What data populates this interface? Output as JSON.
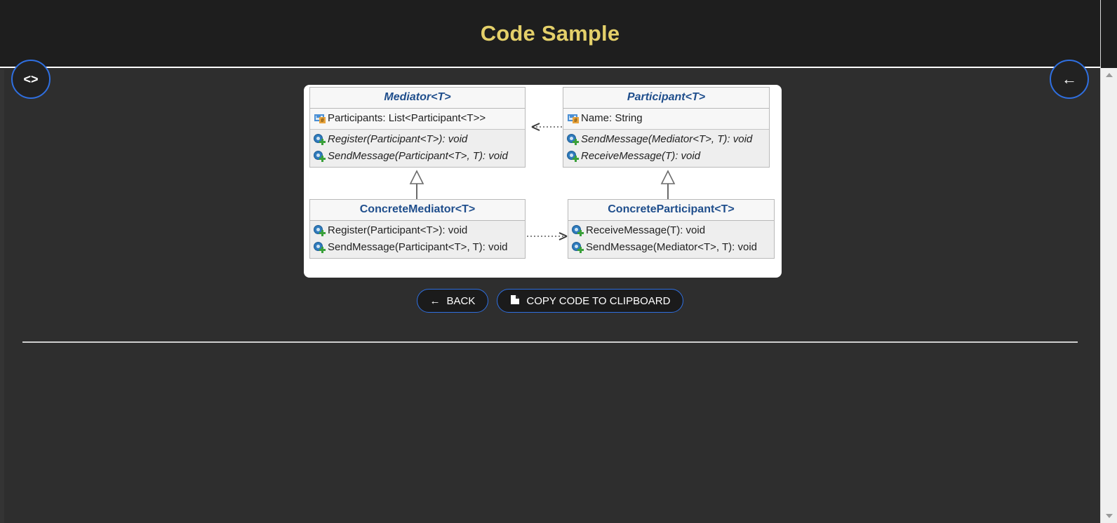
{
  "header": {
    "title": "Code Sample",
    "title_color": "#e4d06a",
    "background": "#1e1e1e"
  },
  "floating_buttons": [
    {
      "name": "code-toggle",
      "glyph": "<>",
      "accent": "#2f6fe0"
    },
    {
      "name": "back",
      "glyph": "←",
      "accent": "#2f6fe0"
    }
  ],
  "diagram": {
    "type": "uml-class-diagram",
    "pattern": "Mediator",
    "classes": [
      {
        "name": "Mediator<T>",
        "abstract": true,
        "fields": [
          {
            "icon": "property-icon",
            "text": "Participants: List<Participant<T>>"
          }
        ],
        "methods": [
          {
            "icon": "method-icon",
            "text": "Register(Participant<T>): void",
            "abstract": true
          },
          {
            "icon": "method-icon",
            "text": "SendMessage(Participant<T>, T): void",
            "abstract": true
          }
        ]
      },
      {
        "name": "Participant<T>",
        "abstract": true,
        "fields": [
          {
            "icon": "property-icon",
            "text": "Name: String"
          }
        ],
        "methods": [
          {
            "icon": "method-icon",
            "text": "SendMessage(Mediator<T>, T): void",
            "abstract": true
          },
          {
            "icon": "method-icon",
            "text": "ReceiveMessage(T): void",
            "abstract": true
          }
        ]
      },
      {
        "name": "ConcreteMediator<T>",
        "abstract": false,
        "fields": [],
        "methods": [
          {
            "icon": "method-icon",
            "text": "Register(Participant<T>): void",
            "abstract": false
          },
          {
            "icon": "method-icon",
            "text": "SendMessage(Participant<T>, T): void",
            "abstract": false
          }
        ]
      },
      {
        "name": "ConcreteParticipant<T>",
        "abstract": false,
        "fields": [],
        "methods": [
          {
            "icon": "method-icon",
            "text": "ReceiveMessage(T): void",
            "abstract": false
          },
          {
            "icon": "method-icon",
            "text": "SendMessage(Mediator<T>, T): void",
            "abstract": false
          }
        ]
      }
    ],
    "relations": [
      {
        "from": "Participant<T>",
        "to": "Mediator<T>",
        "style": "dashed",
        "arrow": "open",
        "kind": "dependency"
      },
      {
        "from": "ConcreteMediator<T>",
        "to": "Mediator<T>",
        "style": "solid",
        "arrow": "hollow-triangle",
        "kind": "inheritance"
      },
      {
        "from": "ConcreteParticipant<T>",
        "to": "Participant<T>",
        "style": "solid",
        "arrow": "hollow-triangle",
        "kind": "inheritance"
      },
      {
        "from": "ConcreteMediator<T>",
        "to": "ConcreteParticipant<T>",
        "style": "dashed",
        "arrow": "open",
        "kind": "dependency"
      }
    ]
  },
  "actions": {
    "back": {
      "label": "BACK",
      "icon": "arrow-left-icon",
      "glyph": "←"
    },
    "copy": {
      "label": "COPY CODE TO CLIPBOARD",
      "icon": "document-copy-icon",
      "glyph": "❐"
    }
  }
}
